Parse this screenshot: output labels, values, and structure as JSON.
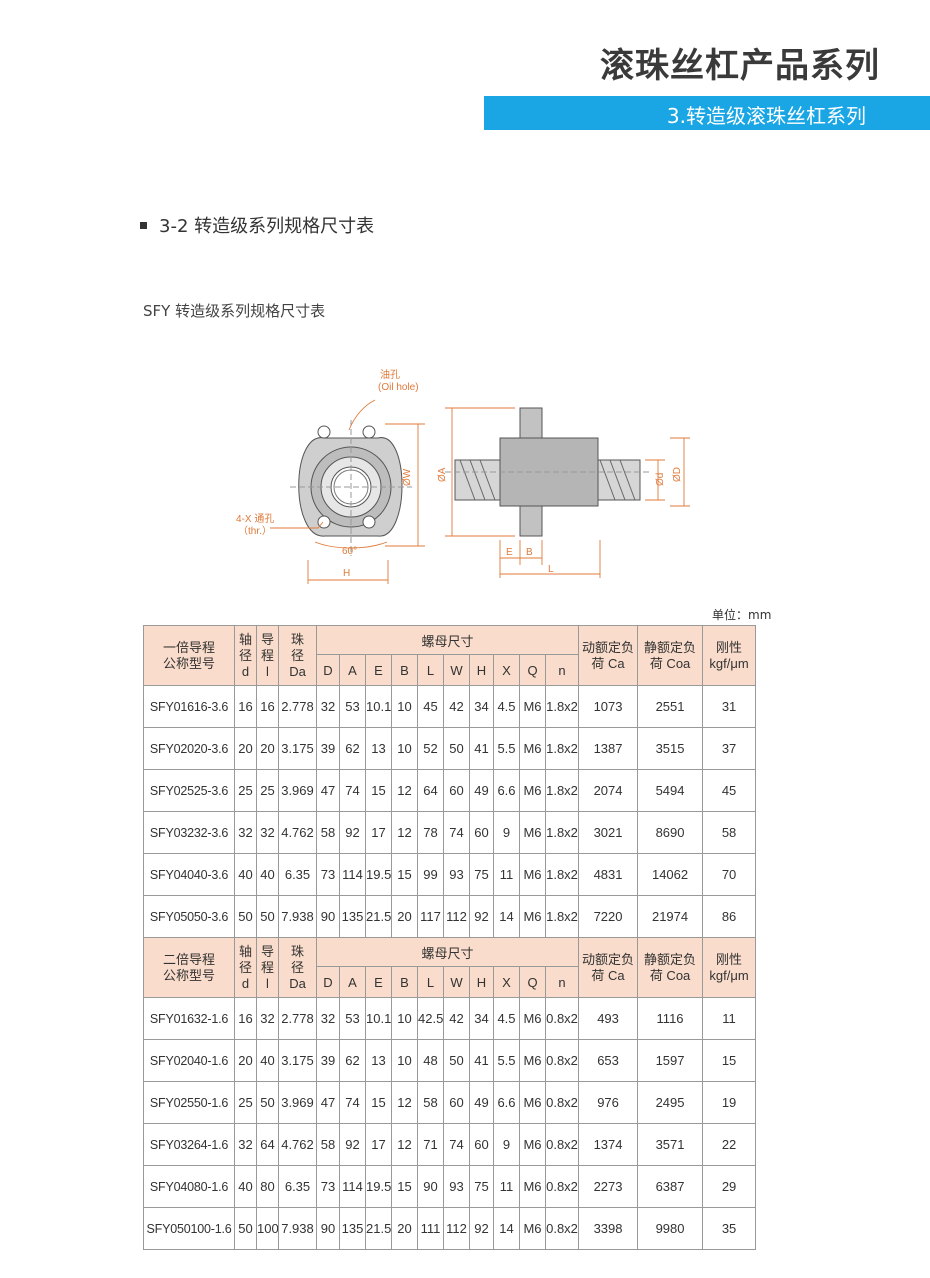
{
  "header": {
    "title": "滚珠丝杠产品系列",
    "subtitle": "3.转造级滚珠丝杠系列"
  },
  "section": {
    "heading": "3-2 转造级系列规格尺寸表",
    "caption": "SFY 转造级系列规格尺寸表"
  },
  "drawing": {
    "oil_hole_cn": "油孔",
    "oil_hole_en": "(Oil hole)",
    "thru_hole_cn": "4-X 通孔",
    "thru_hole_en": "（thr.）",
    "angle": "60°",
    "dims": [
      "ØW",
      "ØA",
      "Ød",
      "ØD",
      "E",
      "B",
      "H",
      "L"
    ]
  },
  "unit": "单位：mm",
  "columns": {
    "nut_group": "螺母尺寸",
    "shaft_dia": [
      "轴",
      "径",
      "d"
    ],
    "lead": [
      "导",
      "程",
      "l"
    ],
    "ball_dia": [
      "珠",
      "径",
      "Da"
    ],
    "nut": [
      "D",
      "A",
      "E",
      "B",
      "L",
      "W",
      "H",
      "X",
      "Q",
      "n"
    ],
    "dynamic": [
      "动额定负",
      "荷 Ca"
    ],
    "static": [
      "静额定负",
      "荷 Coa"
    ],
    "rigidity": [
      "刚性",
      "kgf/μm"
    ]
  },
  "tables": [
    {
      "model_header": [
        "一倍导程",
        "公称型号"
      ],
      "rows": [
        [
          "SFY01616-3.6",
          "16",
          "16",
          "2.778",
          "32",
          "53",
          "10.1",
          "10",
          "45",
          "42",
          "34",
          "4.5",
          "M6",
          "1.8x2",
          "1073",
          "2551",
          "31"
        ],
        [
          "SFY02020-3.6",
          "20",
          "20",
          "3.175",
          "39",
          "62",
          "13",
          "10",
          "52",
          "50",
          "41",
          "5.5",
          "M6",
          "1.8x2",
          "1387",
          "3515",
          "37"
        ],
        [
          "SFY02525-3.6",
          "25",
          "25",
          "3.969",
          "47",
          "74",
          "15",
          "12",
          "64",
          "60",
          "49",
          "6.6",
          "M6",
          "1.8x2",
          "2074",
          "5494",
          "45"
        ],
        [
          "SFY03232-3.6",
          "32",
          "32",
          "4.762",
          "58",
          "92",
          "17",
          "12",
          "78",
          "74",
          "60",
          "9",
          "M6",
          "1.8x2",
          "3021",
          "8690",
          "58"
        ],
        [
          "SFY04040-3.6",
          "40",
          "40",
          "6.35",
          "73",
          "114",
          "19.5",
          "15",
          "99",
          "93",
          "75",
          "11",
          "M6",
          "1.8x2",
          "4831",
          "14062",
          "70"
        ],
        [
          "SFY05050-3.6",
          "50",
          "50",
          "7.938",
          "90",
          "135",
          "21.5",
          "20",
          "117",
          "112",
          "92",
          "14",
          "M6",
          "1.8x2",
          "7220",
          "21974",
          "86"
        ]
      ]
    },
    {
      "model_header": [
        "二倍导程",
        "公称型号"
      ],
      "rows": [
        [
          "SFY01632-1.6",
          "16",
          "32",
          "2.778",
          "32",
          "53",
          "10.1",
          "10",
          "42.5",
          "42",
          "34",
          "4.5",
          "M6",
          "0.8x2",
          "493",
          "1116",
          "11"
        ],
        [
          "SFY02040-1.6",
          "20",
          "40",
          "3.175",
          "39",
          "62",
          "13",
          "10",
          "48",
          "50",
          "41",
          "5.5",
          "M6",
          "0.8x2",
          "653",
          "1597",
          "15"
        ],
        [
          "SFY02550-1.6",
          "25",
          "50",
          "3.969",
          "47",
          "74",
          "15",
          "12",
          "58",
          "60",
          "49",
          "6.6",
          "M6",
          "0.8x2",
          "976",
          "2495",
          "19"
        ],
        [
          "SFY03264-1.6",
          "32",
          "64",
          "4.762",
          "58",
          "92",
          "17",
          "12",
          "71",
          "74",
          "60",
          "9",
          "M6",
          "0.8x2",
          "1374",
          "3571",
          "22"
        ],
        [
          "SFY04080-1.6",
          "40",
          "80",
          "6.35",
          "73",
          "114",
          "19.5",
          "15",
          "90",
          "93",
          "75",
          "11",
          "M6",
          "0.8x2",
          "2273",
          "6387",
          "29"
        ],
        [
          "SFY050100-1.6",
          "50",
          "100",
          "7.938",
          "90",
          "135",
          "21.5",
          "20",
          "111",
          "112",
          "92",
          "14",
          "M6",
          "0.8x2",
          "3398",
          "9980",
          "35"
        ]
      ]
    }
  ]
}
